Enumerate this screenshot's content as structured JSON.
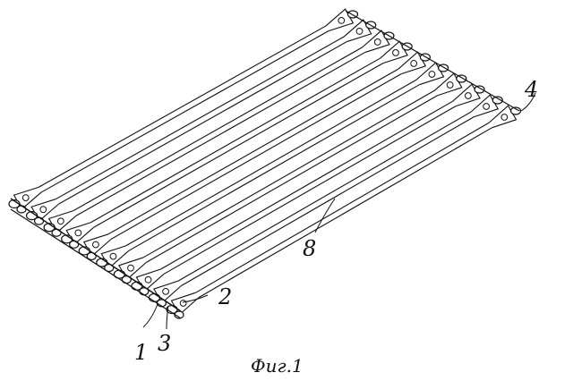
{
  "figure": {
    "caption": "Фиг.1",
    "bar_count": 10,
    "ink_color": "#111111",
    "labels": {
      "l1": "1",
      "l2": "2",
      "l3": "3",
      "l4": "4",
      "l8": "8"
    }
  }
}
